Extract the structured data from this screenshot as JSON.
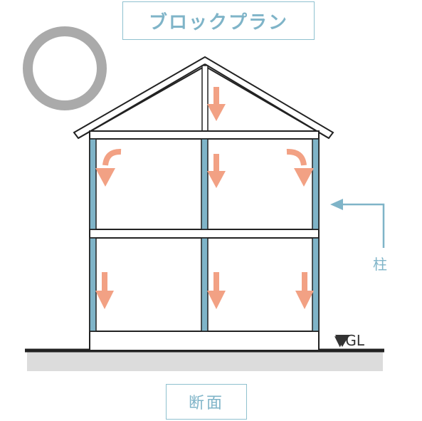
{
  "header": {
    "title": "ブロックプラン"
  },
  "footer": {
    "label": "断面"
  },
  "annotations": {
    "ground_level": "▼GL",
    "pillar": "柱"
  },
  "badge": {
    "symbol": "circle",
    "color": "#aaaaaa"
  },
  "colors": {
    "pillar": "#7fb4c8",
    "arrow": "#f2a184",
    "ground": "#dcdcdc",
    "line": "#222222"
  },
  "icons": {
    "arrow": "down-arrow-icon",
    "curved_arrow": "curved-arrow-icon",
    "pointer": "pointer-arrow-icon"
  }
}
